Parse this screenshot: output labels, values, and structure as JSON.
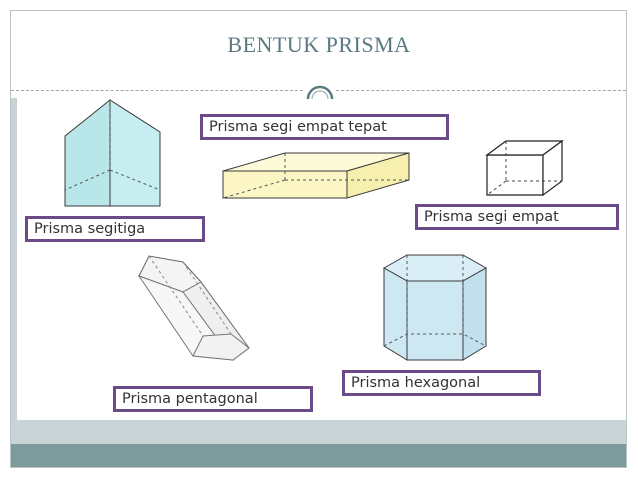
{
  "slide": {
    "title": "BENTUK PRISMA"
  },
  "labels": {
    "triangular": "Prisma segitiga",
    "cuboid": "Prisma segi empat tepat",
    "cube": "Prisma segi empat",
    "pentagonal": "Prisma pentagonal",
    "hexagonal": "Prisma hexagonal"
  },
  "colors": {
    "title": "#5a7a82",
    "label_border": "#6b4a8a",
    "triangular_fill": "#c6eef0",
    "cuboid_fill": "#fbf6c4",
    "hexagonal_fill": "#cde7f3",
    "footer_light": "#c8d4d6",
    "footer_dark": "#7d9b9c"
  }
}
